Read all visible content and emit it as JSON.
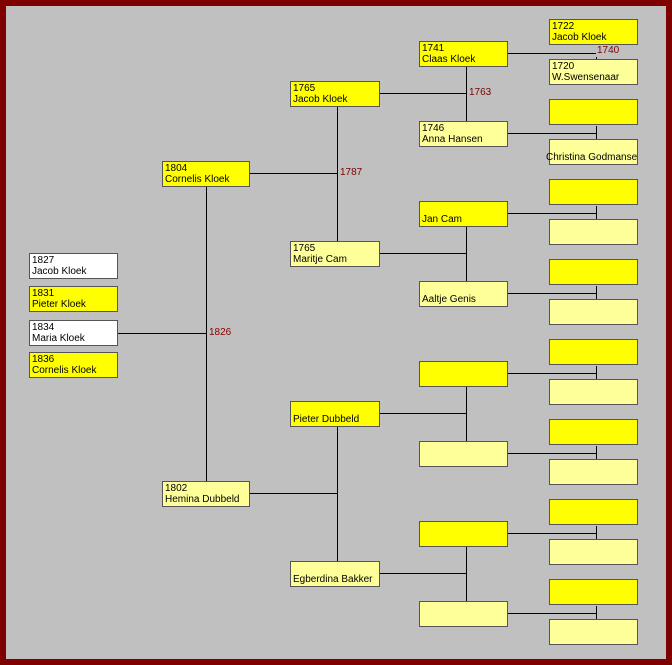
{
  "tree": {
    "children": [
      {
        "year": "1827",
        "name": "Jacob Kloek"
      },
      {
        "year": "1831",
        "name": "Pieter Kloek"
      },
      {
        "year": "1834",
        "name": "Maria Kloek"
      },
      {
        "year": "1836",
        "name": "Cornelis Kloek"
      }
    ],
    "parents": {
      "father": {
        "year": "1804",
        "name": "Cornelis Kloek"
      },
      "mother": {
        "year": "1802",
        "name": "Hemina Dubbeld"
      },
      "marriage_year": "1826"
    },
    "grandparents": {
      "paternal_father": {
        "year": "1765",
        "name": "Jacob Kloek"
      },
      "paternal_mother": {
        "year": "1765",
        "name": "Maritje Cam"
      },
      "paternal_marriage_year": "1787",
      "maternal_father": {
        "year": "",
        "name": "Pieter Dubbeld"
      },
      "maternal_mother": {
        "year": "",
        "name": "Egberdina Bakker"
      }
    },
    "great_grandparents": [
      {
        "year": "1741",
        "name": "Claas Kloek"
      },
      {
        "year": "1746",
        "name": "Anna Hansen"
      },
      {
        "year": "",
        "name": "Jan Cam"
      },
      {
        "year": "",
        "name": "Aaltje Genis"
      },
      {
        "year": "",
        "name": ""
      },
      {
        "year": "",
        "name": ""
      },
      {
        "year": "",
        "name": ""
      },
      {
        "year": "",
        "name": ""
      }
    ],
    "gg_marriage_year": "1763",
    "gg_grandparents": [
      {
        "year": "1722",
        "name": "Jacob Kloek"
      },
      {
        "year": "1720",
        "name": "W.Swensenaar"
      },
      {
        "year": "",
        "name": ""
      },
      {
        "year": "",
        "name": "Christina Godmanse"
      },
      {
        "year": "",
        "name": ""
      },
      {
        "year": "",
        "name": ""
      },
      {
        "year": "",
        "name": ""
      },
      {
        "year": "",
        "name": ""
      },
      {
        "year": "",
        "name": ""
      },
      {
        "year": "",
        "name": ""
      },
      {
        "year": "",
        "name": ""
      },
      {
        "year": "",
        "name": ""
      },
      {
        "year": "",
        "name": ""
      },
      {
        "year": "",
        "name": ""
      },
      {
        "year": "",
        "name": ""
      },
      {
        "year": "",
        "name": ""
      }
    ],
    "ggg_marriage_year": "1740"
  }
}
